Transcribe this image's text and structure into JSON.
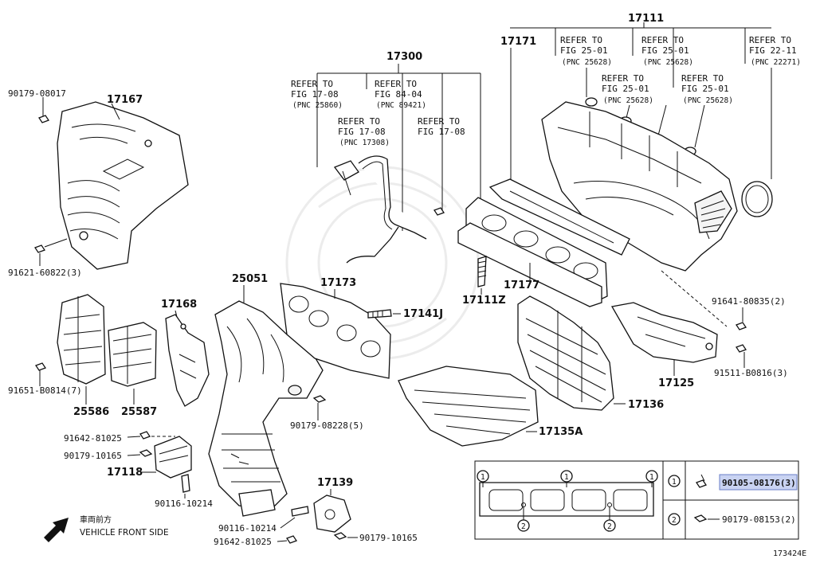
{
  "callouts": {
    "p90179_08017": "90179-08017",
    "p17167": "17167",
    "p91621": "91621-60822(3)",
    "p17300": "17300",
    "ref1_a": "REFER TO",
    "ref1_b": "FIG 17-08",
    "ref1_c": "(PNC 25860)",
    "ref2_a": "REFER TO",
    "ref2_b": "FIG 17-08",
    "ref2_c": "(PNC 17308)",
    "ref3_a": "REFER TO",
    "ref3_b": "FIG 84-04",
    "ref3_c": "(PNC 89421)",
    "ref4_a": "REFER TO",
    "ref4_b": "FIG 17-08",
    "p17111": "17111",
    "p17171": "17171",
    "ref5_a": "REFER TO",
    "ref5_b": "FIG 25-01",
    "ref5_c": "(PNC 25628)",
    "ref6_a": "REFER TO",
    "ref6_b": "FIG 25-01",
    "ref6_c": "(PNC 25628)",
    "ref7_a": "REFER TO",
    "ref7_b": "FIG 25-01",
    "ref7_c": "(PNC 25628)",
    "ref8_a": "REFER TO",
    "ref8_b": "FIG 25-01",
    "ref8_c": "(PNC 25628)",
    "ref9_a": "REFER TO",
    "ref9_b": "FIG 22-11",
    "ref9_c": "(PNC 22271)",
    "p17168": "17168",
    "p25051": "25051",
    "p17173": "17173",
    "p17141J": "17141J",
    "p17111Z": "17111Z",
    "p17177": "17177",
    "p91641": "91641-80835(2)",
    "p91511": "91511-B0816(3)",
    "p17125": "17125",
    "p91651": "91651-B0814(7)",
    "p25586": "25586",
    "p25587": "25587",
    "p90179_08228": "90179-08228(5)",
    "p17136": "17136",
    "p17135A": "17135A",
    "p91642_top": "91642-81025",
    "p90179_10165_a": "90179-10165",
    "p17118": "17118",
    "p90116_a": "90116-10214",
    "p17139": "17139",
    "p90116_b": "90116-10214",
    "p91642_bot": "91642-81025",
    "p90179_10165_b": "90179-10165",
    "front_jp": "車両前方",
    "front_en": "VEHICLE FRONT SIDE",
    "diagram_id": "173424E"
  },
  "legend": {
    "num1": "1",
    "num2": "2",
    "row1_part": "90105-08176(3)",
    "row2_part": "90179-08153(2)"
  },
  "colors": {
    "highlight": "#c9d3f2",
    "ink": "#111111"
  }
}
